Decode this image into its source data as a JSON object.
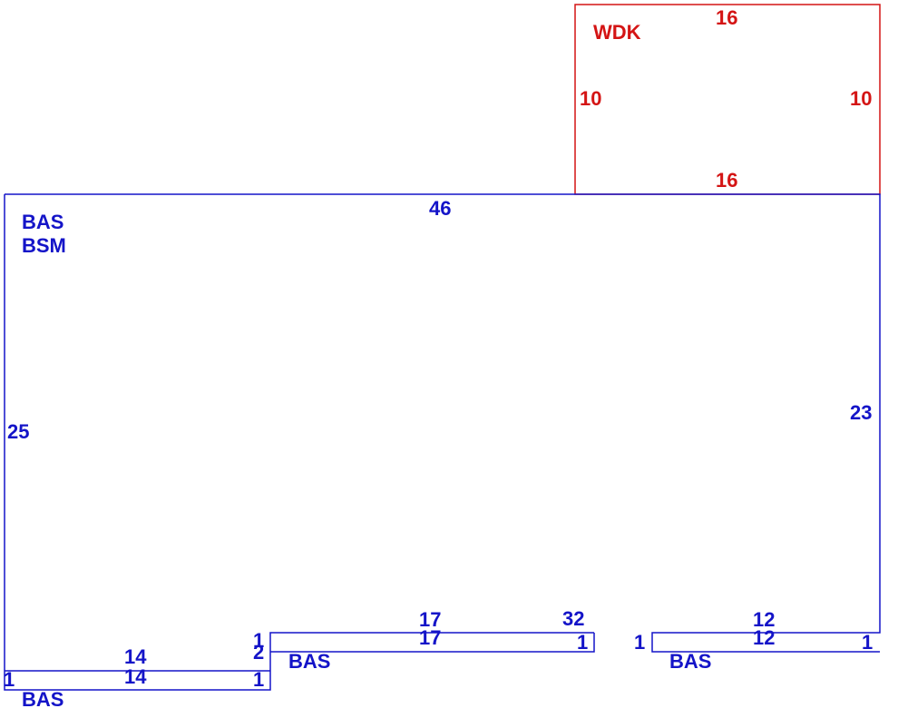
{
  "colors": {
    "main": "#1414c8",
    "deck": "#d41414"
  },
  "wdk": {
    "name": "WDK",
    "top": "16",
    "bottom": "16",
    "left": "10",
    "right": "10"
  },
  "main": {
    "name1": "BAS",
    "name2": "BSM",
    "top": "46",
    "left": "25",
    "right": "23",
    "segment_32": "32",
    "segment_12": "12",
    "step_1a": "1",
    "step_2": "2",
    "step_1b": "1"
  },
  "bas_left": {
    "name": "BAS",
    "top": "14",
    "bottom": "14",
    "left": "1",
    "right": "1"
  },
  "bas_mid": {
    "name": "BAS",
    "top": "17",
    "bottom": "17",
    "right": "1"
  },
  "bas_right": {
    "name": "BAS",
    "top": "12",
    "bottom": "12",
    "left": "1",
    "right": "1"
  }
}
